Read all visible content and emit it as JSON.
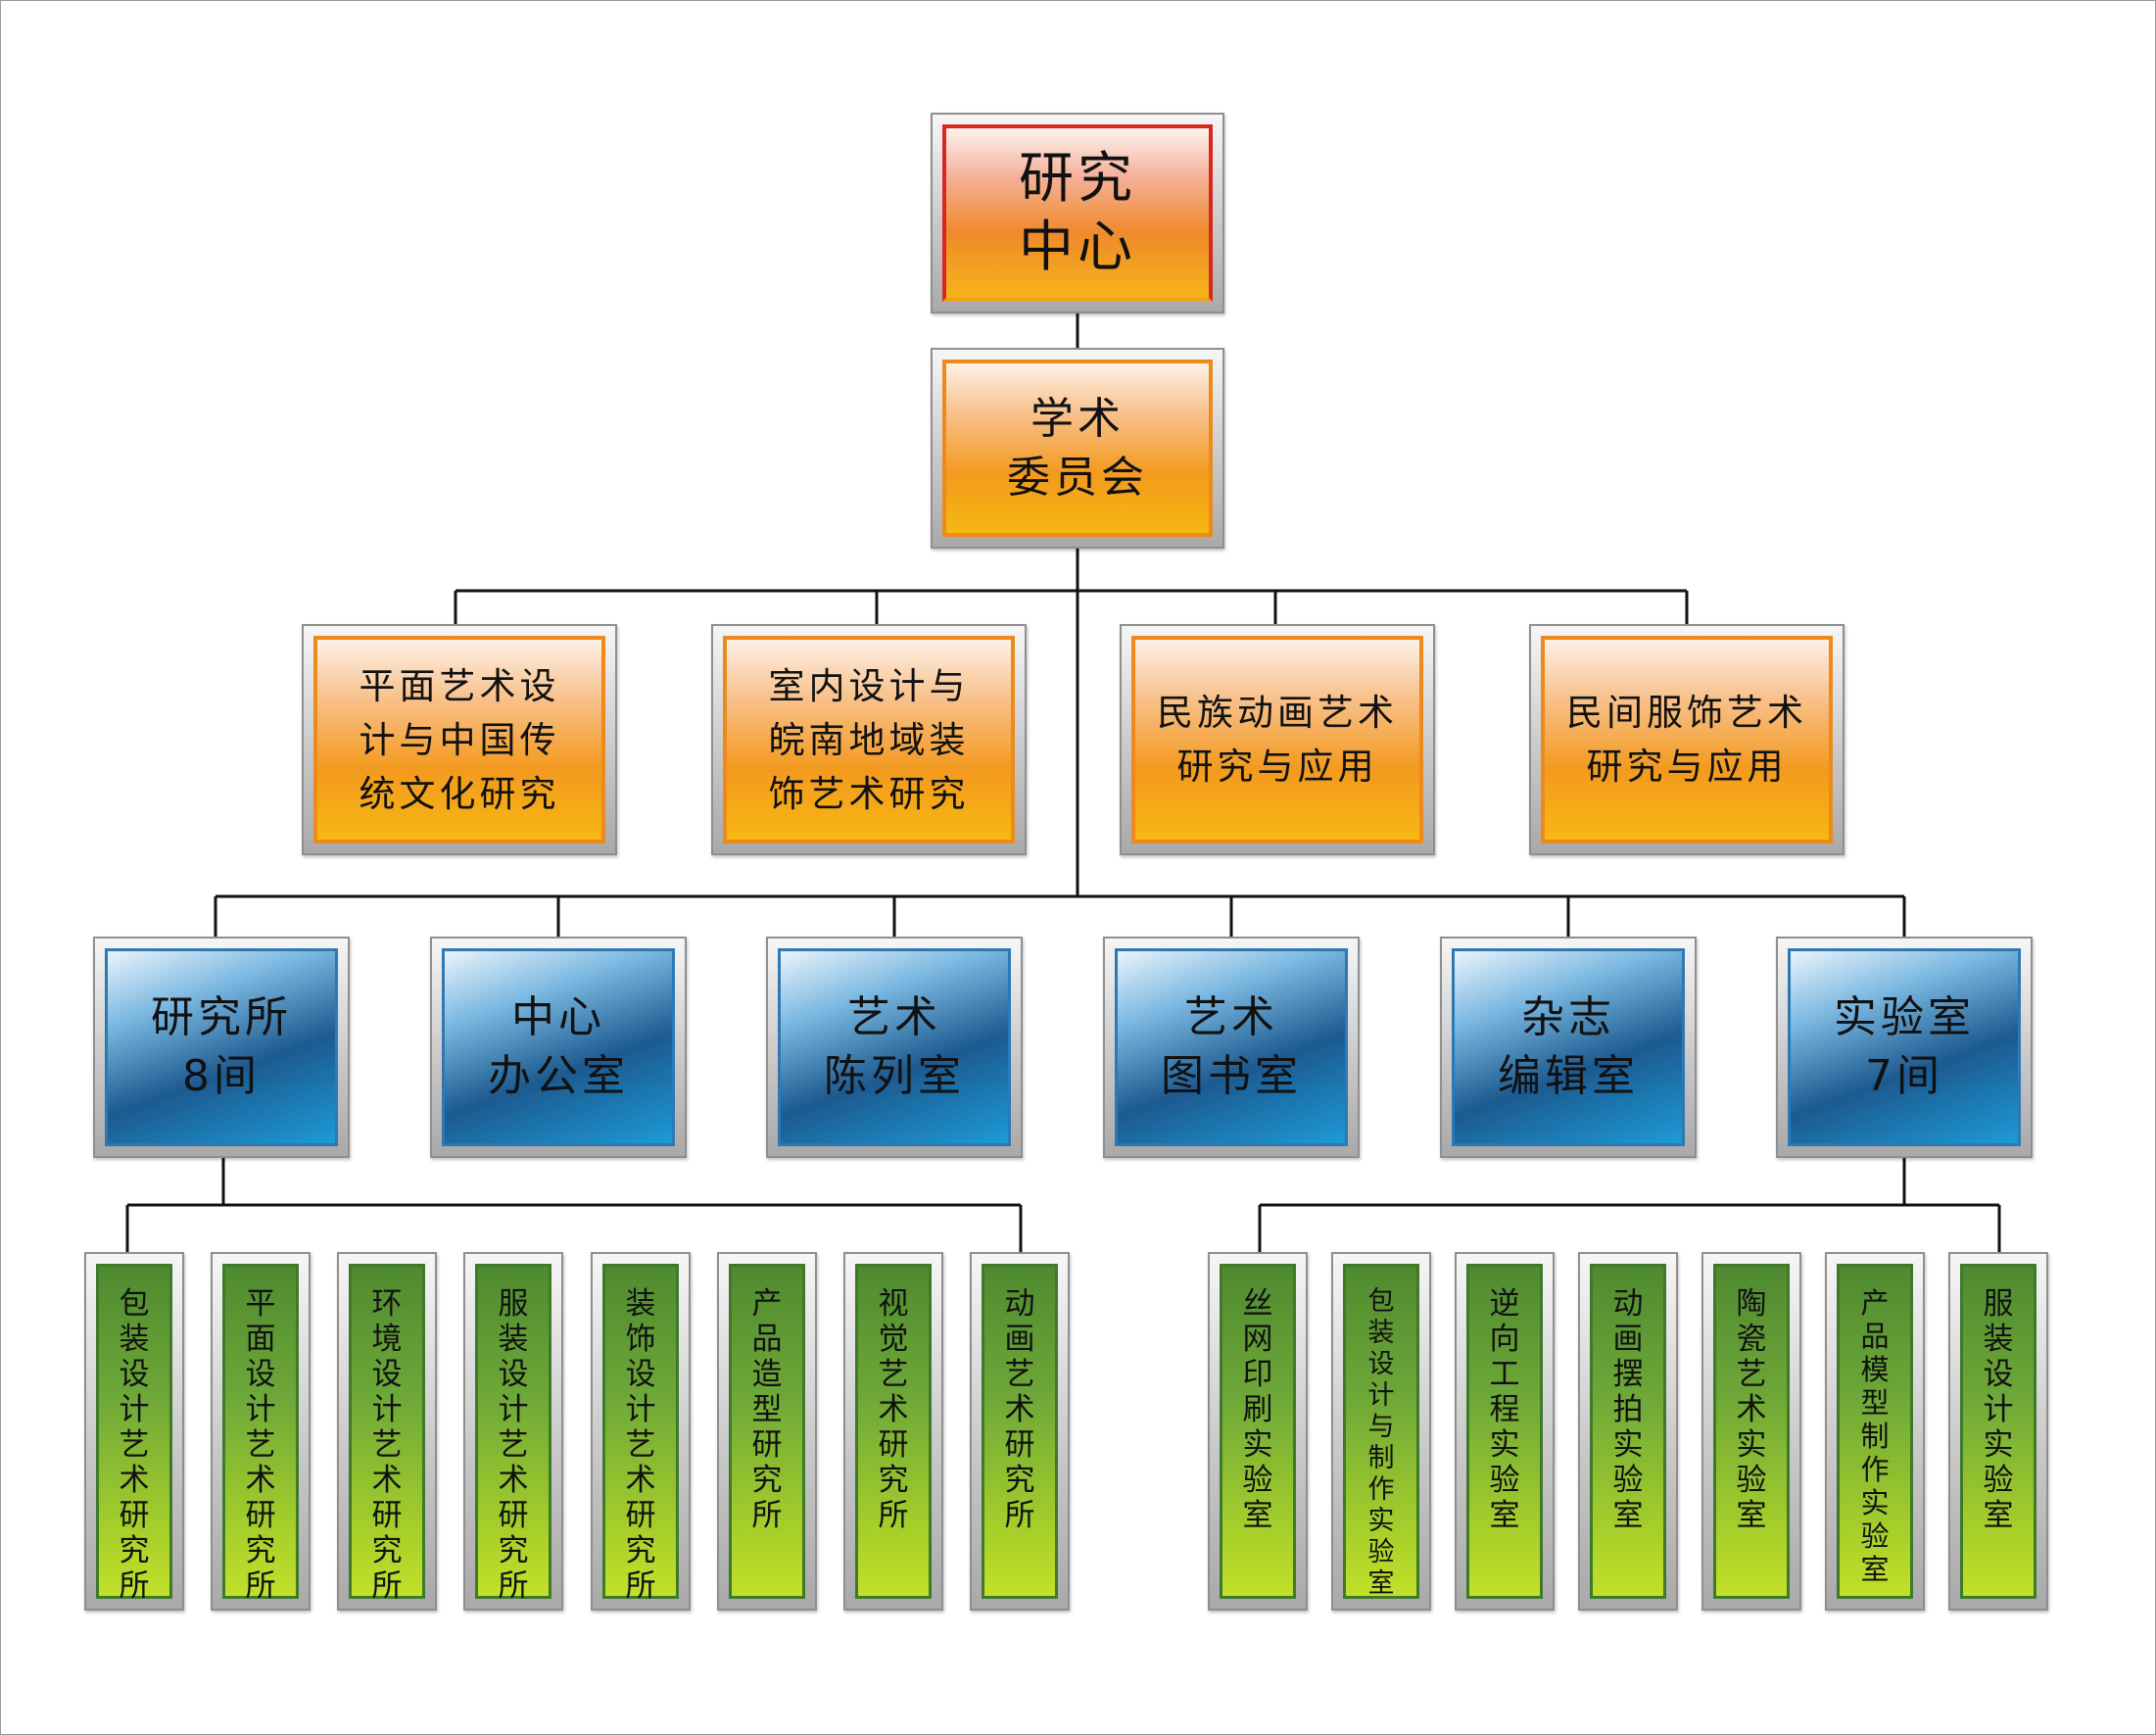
{
  "top": {
    "label": "研究\n中心"
  },
  "committee": {
    "label": "学术\n委员会"
  },
  "directions": [
    {
      "label": "平面艺术设\n计与中国传\n统文化研究"
    },
    {
      "label": "室内设计与\n皖南地域装\n饰艺术研究"
    },
    {
      "label": "民族动画艺术\n研究与应用"
    },
    {
      "label": "民间服饰艺术\n研究与应用"
    }
  ],
  "departments": [
    {
      "label": "研究所\n8间"
    },
    {
      "label": "中心\n办公室"
    },
    {
      "label": "艺术\n陈列室"
    },
    {
      "label": "艺术\n图书室"
    },
    {
      "label": "杂志\n编辑室"
    },
    {
      "label": "实验室\n7间"
    }
  ],
  "institutes": [
    {
      "label": "包装设计艺术研究所"
    },
    {
      "label": "平面设计艺术研究所"
    },
    {
      "label": "环境设计艺术研究所"
    },
    {
      "label": "服装设计艺术研究所"
    },
    {
      "label": "装饰设计艺术研究所"
    },
    {
      "label": "产品造型研究所"
    },
    {
      "label": "视觉艺术研究所"
    },
    {
      "label": "动画艺术研究所"
    }
  ],
  "labs": [
    {
      "label": "丝网印刷实验室"
    },
    {
      "label": "包装设计与制作实验室"
    },
    {
      "label": "逆向工程实验室"
    },
    {
      "label": "动画摆拍实验室"
    },
    {
      "label": "陶瓷艺术实验室"
    },
    {
      "label": "产品模型制作实验室"
    },
    {
      "label": "服装设计实验室"
    }
  ]
}
